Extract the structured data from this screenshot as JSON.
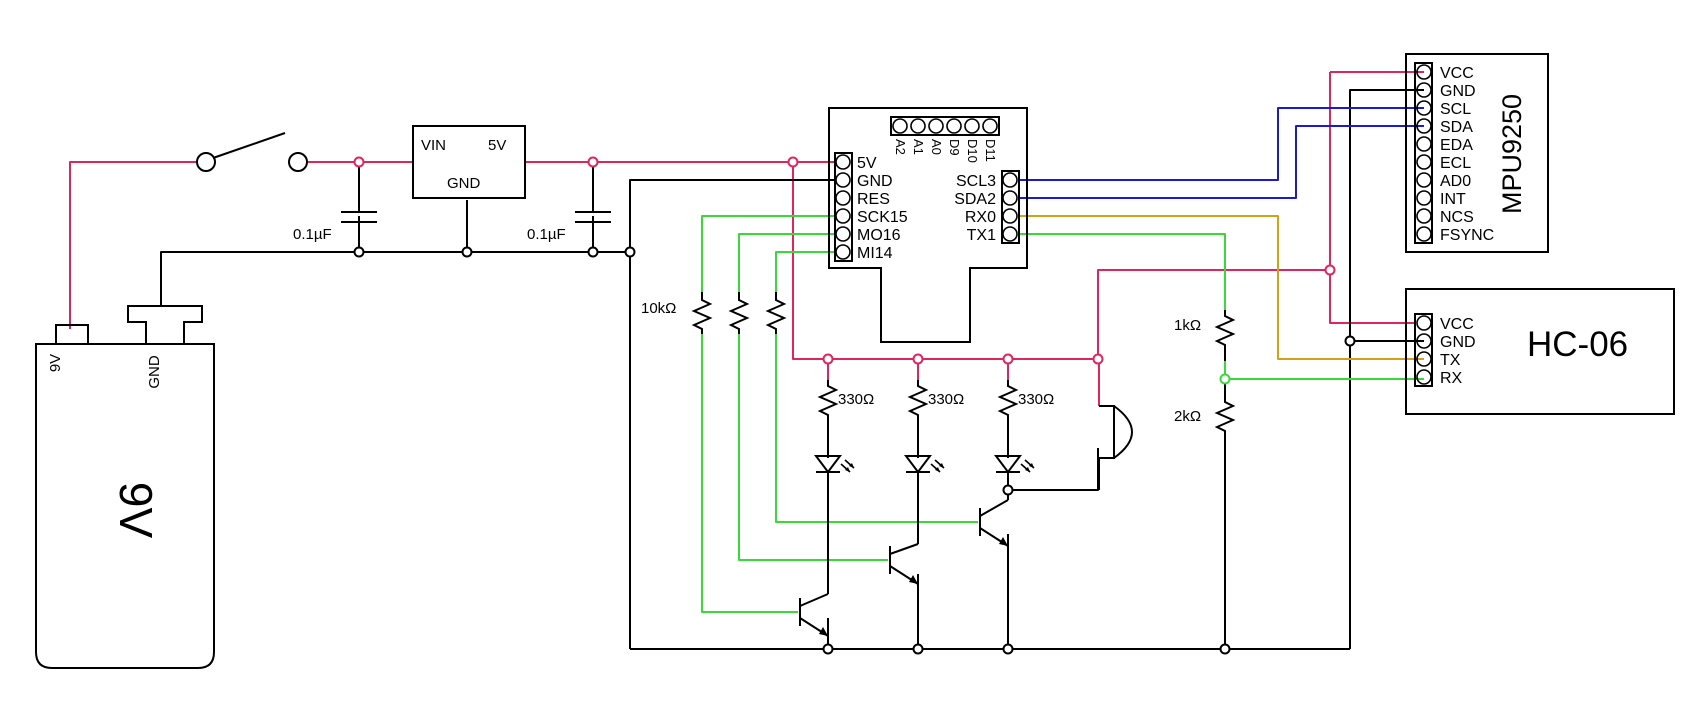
{
  "colors": {
    "power": "#e0245e",
    "ground": "#000000",
    "i2c": "#1a1ad6",
    "uart_tx": "#d4a017",
    "signal": "#39d939"
  },
  "battery": {
    "big_label": "9V",
    "terminal_pos": "9V",
    "terminal_gnd": "GND"
  },
  "capacitors": {
    "c1": "0.1µF",
    "c2": "0.1µF"
  },
  "regulator": {
    "vin": "VIN",
    "vout": "5V",
    "gnd": "GND"
  },
  "mcu": {
    "top_pins": [
      "A2",
      "A1",
      "A0",
      "D9",
      "D10",
      "D11"
    ],
    "left_pins": [
      "5V",
      "GND",
      "RES",
      "SCK15",
      "MO16",
      "MI14"
    ],
    "right_pins": [
      "SCL3",
      "SDA2",
      "RX0",
      "TX1"
    ]
  },
  "mpu": {
    "name": "MPU9250",
    "pins": [
      "VCC",
      "GND",
      "SCL",
      "SDA",
      "EDA",
      "ECL",
      "AD0",
      "INT",
      "NCS",
      "FSYNC"
    ]
  },
  "hc06": {
    "name": "HC-06",
    "pins": [
      "VCC",
      "GND",
      "TX",
      "RX"
    ]
  },
  "resistors": {
    "pullups": [
      "10kΩ"
    ],
    "led1": "330Ω",
    "led2": "330Ω",
    "led3": "330Ω",
    "divider_top": "1kΩ",
    "divider_bottom": "2kΩ"
  }
}
